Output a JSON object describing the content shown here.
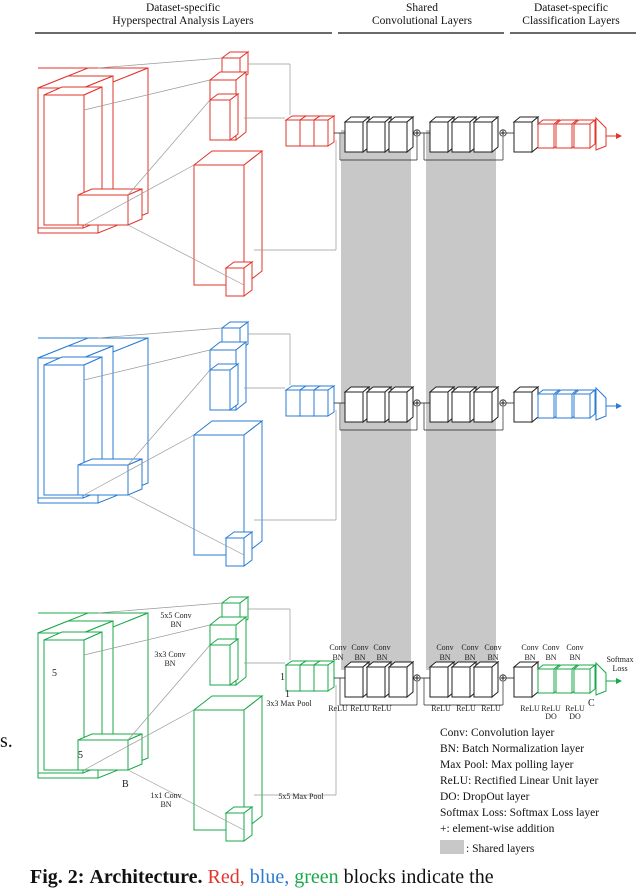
{
  "headers": {
    "left": [
      "Dataset-specific",
      "Hyperspectral Analysis Layers"
    ],
    "middle": [
      "Shared",
      "Convolutional Layers"
    ],
    "right": [
      "Dataset-specific",
      "Classification Layers"
    ]
  },
  "colors": {
    "red": "#e0342c",
    "blue": "#2b7bd3",
    "green": "#18a84a",
    "shared": "#c8c8c8",
    "block": "#222222"
  },
  "labels": {
    "conv5": [
      "5x5 Conv",
      "BN"
    ],
    "conv3": [
      "3x3 Conv",
      "BN"
    ],
    "conv1": [
      "1x1 Conv",
      "BN"
    ],
    "maxpool3": "3x3 Max Pool",
    "maxpool5": "5x5 Max Pool",
    "convbn": [
      "Conv",
      "BN"
    ],
    "relu": "ReLU",
    "do": "DO",
    "softmax": [
      "Softmax",
      "Loss"
    ],
    "dim5a": "5",
    "dim5b": "5",
    "dimB": "B",
    "dimC": "C",
    "dimI1": "1",
    "dimI2": "1"
  },
  "legend": [
    "Conv: Convolution layer",
    "BN: Batch Normalization layer",
    "Max Pool: Max polling layer",
    "ReLU: Rectified Linear Unit layer",
    "DO: DropOut layer",
    "Softmax Loss: Softmax Loss layer",
    "+: element-wise addition"
  ],
  "shared_legend": ": Shared layers",
  "caption": {
    "fig": "Fig. 2:",
    "title": "Architecture.",
    "red": "Red,",
    "blue": "blue,",
    "green": "green",
    "rest": "blocks indicate the"
  },
  "clipped_left": "s."
}
